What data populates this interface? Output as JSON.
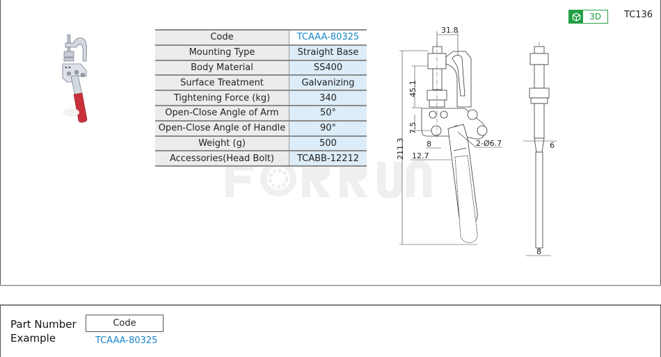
{
  "header": {
    "badge_3d_label": "3D",
    "badge_3d_icon": "cube-icon",
    "series_code": "TC136"
  },
  "spec_table": {
    "rows": [
      {
        "label": "Code",
        "value": "TCAAA-80325"
      },
      {
        "label": "Mounting Type",
        "value": "Straight Base"
      },
      {
        "label": "Body Material",
        "value": "SS400"
      },
      {
        "label": "Surface Treatment",
        "value": "Galvanizing"
      },
      {
        "label": "Tightening Force (kg)",
        "value": "340"
      },
      {
        "label": "Open-Close Angle of Arm",
        "value": "50°"
      },
      {
        "label": "Open-Close  Angle of Handle",
        "value": "90°"
      },
      {
        "label": "Weight (g)",
        "value": "500"
      },
      {
        "label": "Accessories(Head Bolt)",
        "value": "TCABB-12212"
      }
    ]
  },
  "drawing": {
    "dims": {
      "top_width": "31.8",
      "spindle_height": "45.1",
      "pivot_offset": "7.5",
      "total_height": "211.3",
      "hole_offset_a": "8",
      "hole_offset_b": "12.7",
      "holes": "2-Ø6.7",
      "side_thickness": "6",
      "handle_width": "8"
    }
  },
  "watermark": "FORRUN",
  "part_number": {
    "label_line1": "Part Number",
    "label_line2": "Example",
    "box_label": "Code",
    "example_code": "TCAAA-80325"
  },
  "colors": {
    "accent_blue": "#1a86c8",
    "badge_green": "#21a045",
    "handle_red": "#c8313a",
    "value_cell_bg": "#dcecf8",
    "label_cell_bg": "#ececec"
  }
}
